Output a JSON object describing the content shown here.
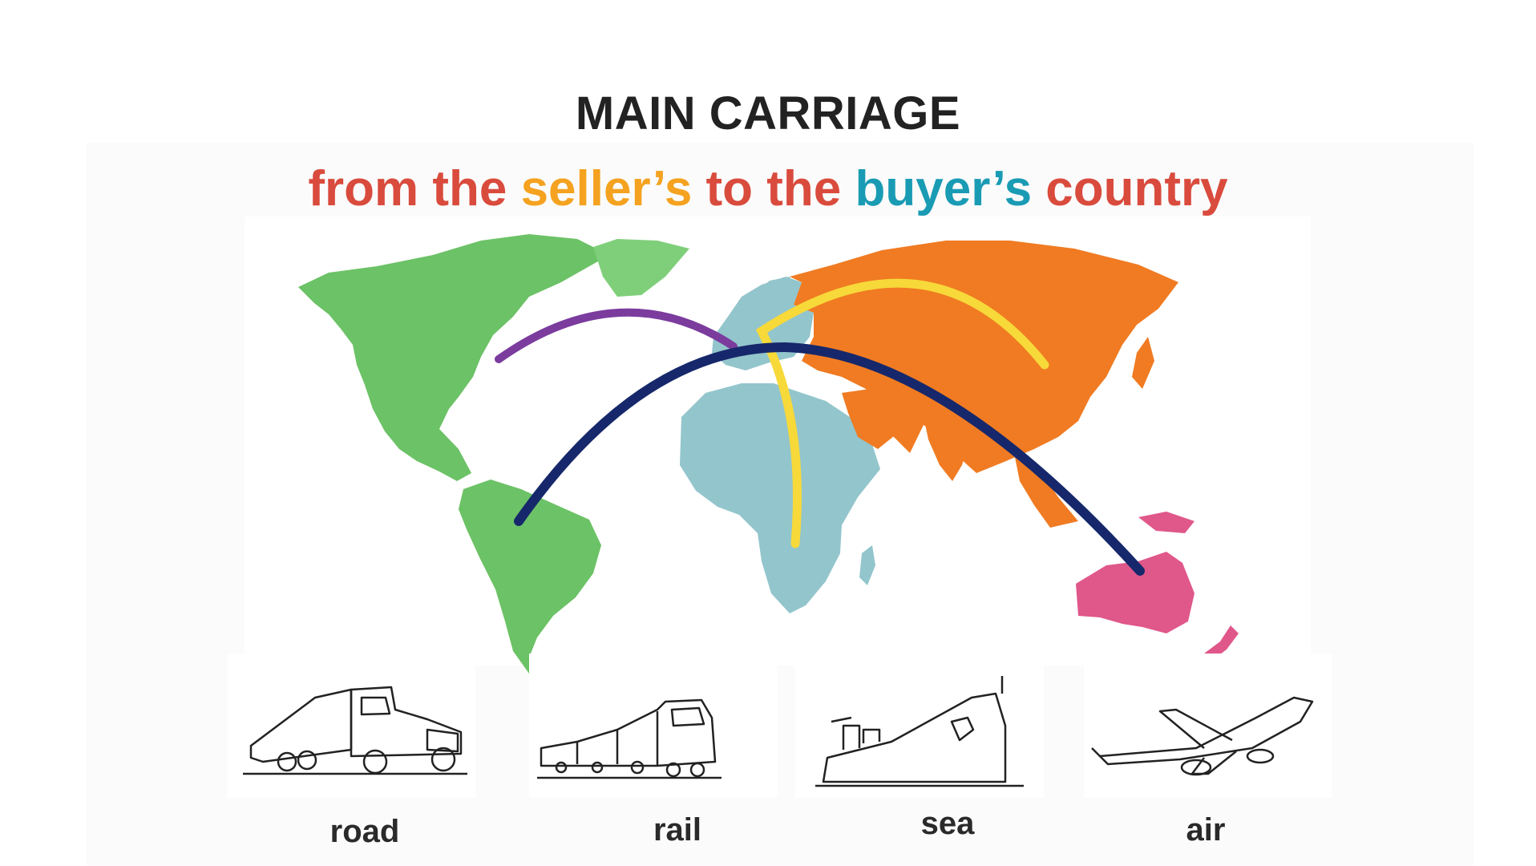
{
  "title": "MAIN CARRIAGE",
  "subtitle": {
    "part1": "from the ",
    "seller": "seller’s",
    "part2": " to the ",
    "buyer": "buyer’s",
    "part3": " country"
  },
  "colors": {
    "subtitle_red": "#d94b3d",
    "seller_orange": "#f4a21f",
    "buyer_teal": "#1a9bb4",
    "americas_green": "#6cc266",
    "europe_africa_blue": "#93c5cc",
    "asia_orange": "#f07b22",
    "oceania_pink": "#e0578a",
    "route_purple": "#7b3c9e",
    "route_yellow": "#f7d93a",
    "route_navy": "#16286b"
  },
  "map": {
    "regions": [
      "north-america",
      "south-america",
      "europe",
      "africa",
      "asia",
      "oceania"
    ],
    "routes": [
      "purple-route",
      "yellow-route",
      "navy-route"
    ]
  },
  "modes": [
    {
      "label": "road",
      "icon": "truck-icon"
    },
    {
      "label": "rail",
      "icon": "train-icon"
    },
    {
      "label": "sea",
      "icon": "ship-icon"
    },
    {
      "label": "air",
      "icon": "airplane-icon"
    }
  ]
}
